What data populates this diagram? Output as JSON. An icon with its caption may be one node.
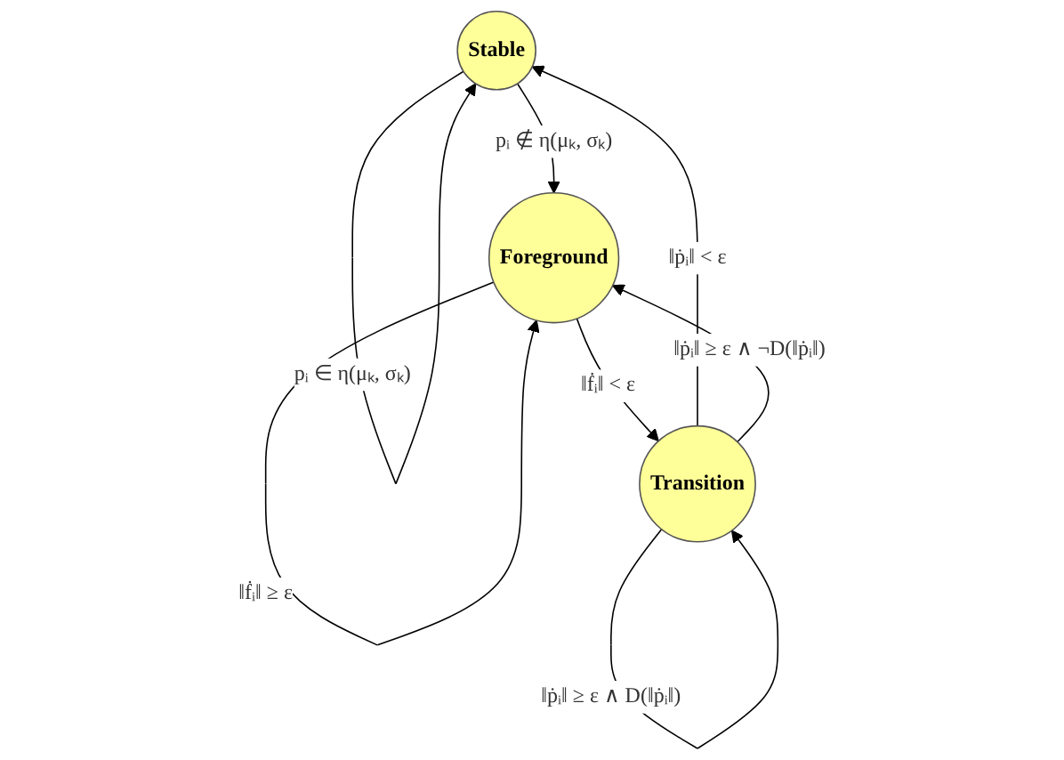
{
  "diagram": {
    "nodes": [
      {
        "text": [
          "Stable"
        ]
      },
      {
        "text": [
          "Transition"
        ]
      },
      {
        "text": [
          "Foreground"
        ]
      }
    ],
    "edges": [
      {
        "from": 0,
        "to": 0,
        "arrow": "to",
        "label": "pᵢ ∈ η(μₖ, σₖ)"
      },
      {
        "from": 0,
        "to": 2,
        "arrow": "to",
        "label": "pᵢ ∉ η(μₖ, σₖ)"
      },
      {
        "from": 1,
        "to": 0,
        "arrow": "to",
        "label": "‖ṗᵢ‖ < ε"
      },
      {
        "from": 1,
        "to": 2,
        "arrow": "to",
        "label": "‖ṗᵢ‖ ≥ ε ∧ ¬D(‖ṗᵢ‖)"
      },
      {
        "from": 2,
        "to": 2,
        "arrow": "to",
        "label": "‖ḟᵢ‖ ≥ ε"
      },
      {
        "from": 2,
        "to": 1,
        "arrow": "to",
        "label": "‖ḟᵢ‖ < ε"
      },
      {
        "from": 1,
        "to": 1,
        "arrow": "to",
        "label": "‖ṗᵢ‖ ≥ ε ∧ D(‖ṗᵢ‖)"
      }
    ]
  }
}
